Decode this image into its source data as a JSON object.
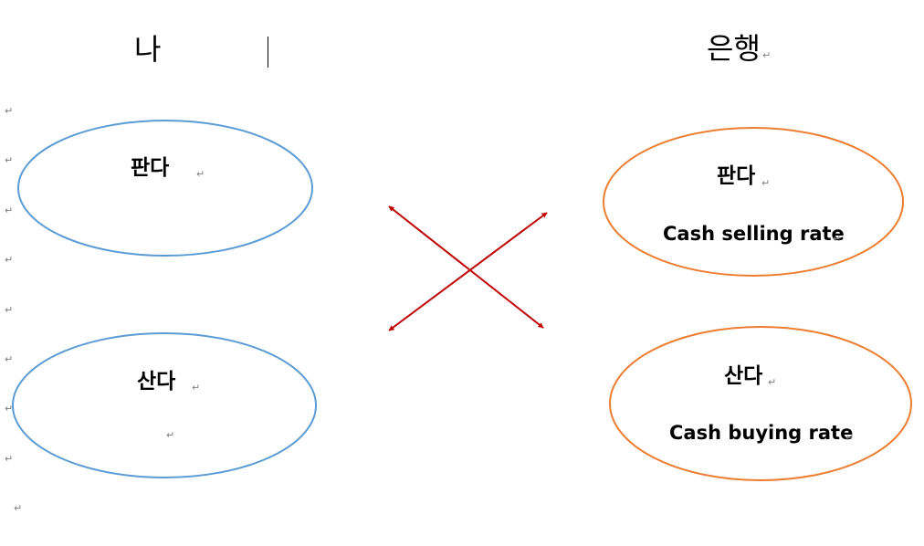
{
  "left_party": {
    "title": "나",
    "sell": {
      "label": "판다"
    },
    "buy": {
      "label": "산다"
    }
  },
  "right_party": {
    "title": "은행",
    "sell": {
      "label": "판다",
      "rate": "Cash selling rate"
    },
    "buy": {
      "label": "산다",
      "rate": "Cash buying rate"
    }
  },
  "colors": {
    "left_outline": "#5b9bd5",
    "right_outline": "#ed7d31",
    "arrows": "#c00000",
    "paragraph_mark": "#808080"
  },
  "paragraph_mark": "↵"
}
